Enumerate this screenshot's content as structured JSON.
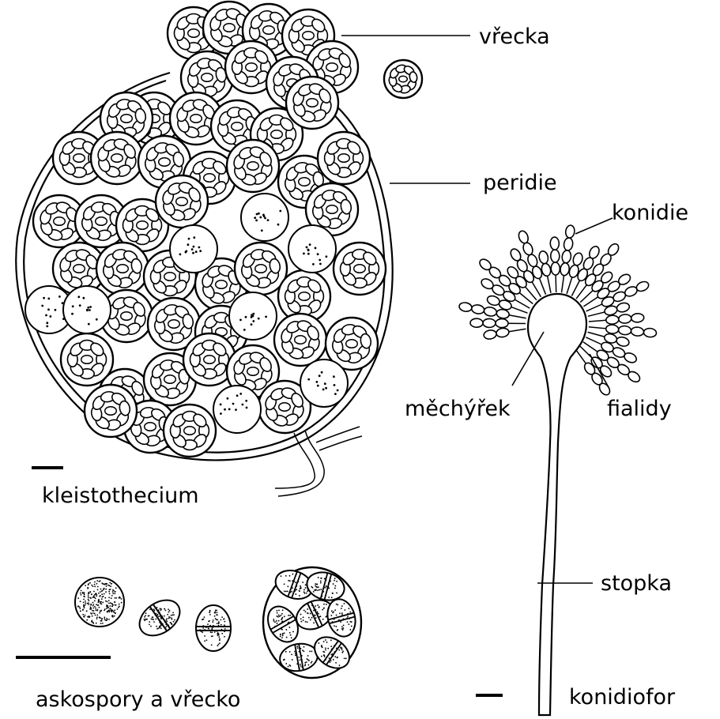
{
  "labels": {
    "asci": "vřecka",
    "peridium": "peridie",
    "conidia": "konidie",
    "vesicle": "měchýřek",
    "phialides": "fialidy",
    "stalk": "stopka",
    "cleistothecium": "kleistothecium",
    "ascospores": "askospory a vřecko",
    "conidiophore": "konidiofor"
  },
  "colors": {
    "ink": "#000000",
    "background": "#ffffff"
  }
}
